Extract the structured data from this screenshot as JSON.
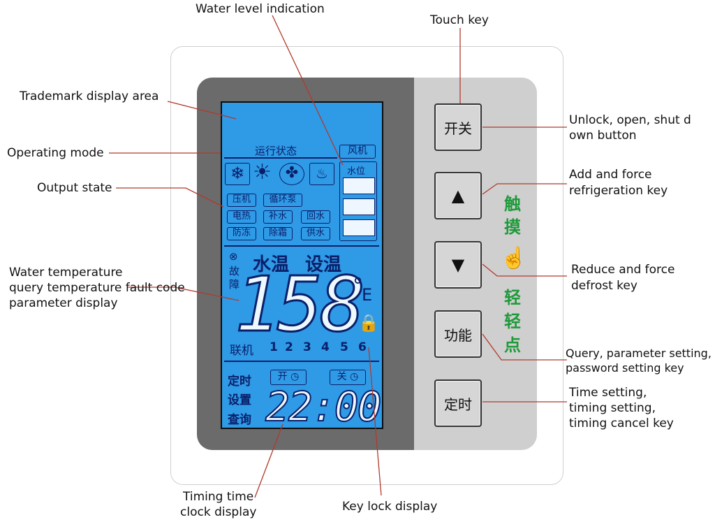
{
  "callouts": {
    "water_level": "Water level indication",
    "touch_key": "Touch key",
    "trademark": "Trademark display area",
    "operating_mode": "Operating mode",
    "output_state": "Output state",
    "water_temp": [
      "Water temperature",
      "query temperature fault code",
      "parameter display"
    ],
    "unlock": [
      "Unlock, open, shut d",
      "own button"
    ],
    "add_force": [
      "Add and force",
      "refrigeration key"
    ],
    "reduce_force": [
      "Reduce and force",
      "defrost key"
    ],
    "query": [
      "Query, parameter setting,",
      "password setting key"
    ],
    "time_setting": [
      "Time setting,",
      "timing setting,",
      "timing cancel key"
    ],
    "timing_clock": [
      "Timing time",
      "clock display"
    ],
    "key_lock": "Key lock display"
  },
  "lcd": {
    "run_state": "运行状态",
    "fan": "风机",
    "water_level": "水位",
    "outputs_row1": [
      "压机",
      "循环泵"
    ],
    "outputs_row2": [
      "电热",
      "补水",
      "回水"
    ],
    "outputs_row3": [
      "防冻",
      "除霜",
      "供水"
    ],
    "fault_symbol": "⊗",
    "fault": [
      "故",
      "障"
    ],
    "water_temp": "水温",
    "set_temp": "设温",
    "main_digits": "158",
    "degree_unit": "°",
    "unit_letter": "E",
    "link": "联机",
    "unit_numbers": [
      "1",
      "2",
      "3",
      "4",
      "5",
      "6"
    ],
    "timer": "定时",
    "setup": "设置",
    "query": "查询",
    "on_label": "开",
    "off_label": "关",
    "clock": "22:00"
  },
  "keys": {
    "power": "开关",
    "function": "功能",
    "timer": "定时"
  },
  "touch_text": [
    "触",
    "摸",
    "轻",
    "轻",
    "点"
  ]
}
